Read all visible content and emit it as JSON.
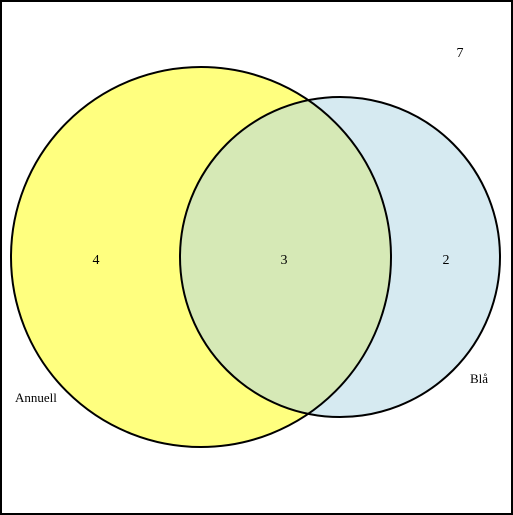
{
  "diagram": {
    "type": "venn",
    "universe_count": "7",
    "sets": [
      {
        "label": "Annuell",
        "color": "#ffff7f"
      },
      {
        "label": "Blå",
        "color": "#d6eaf1"
      }
    ],
    "overlap_color": "#d6e9b6",
    "regions": {
      "only_annuell": "4",
      "both": "3",
      "only_bla": "2"
    }
  }
}
